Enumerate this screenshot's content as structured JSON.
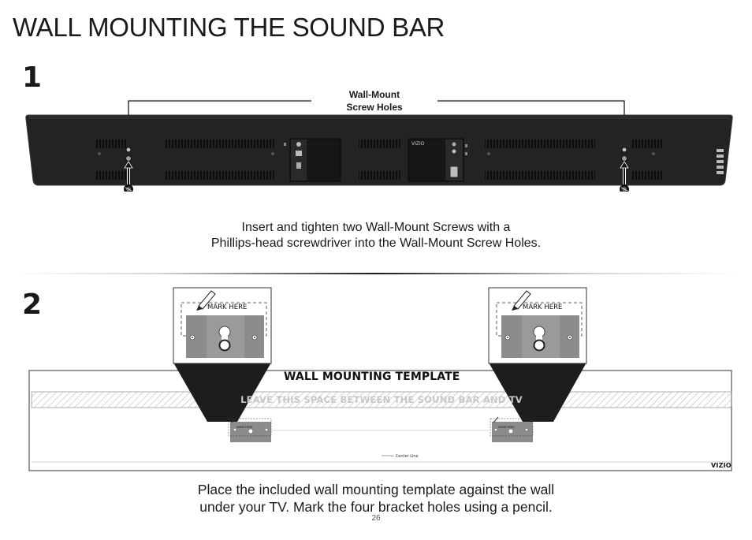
{
  "page": {
    "title": "WALL MOUNTING THE SOUND BAR",
    "page_number": "26"
  },
  "step1": {
    "number": "1",
    "callout_label": "Wall-Mount\nScrew Holes",
    "brand_label": "VIZIO",
    "instruction_line1": "Insert and tighten two Wall-Mount Screws with a",
    "instruction_line2": "Phillips-head screwdriver into the Wall-Mount Screw Holes."
  },
  "step2": {
    "number": "2",
    "template_title": "WALL MOUNTING TEMPLATE",
    "template_subtitle": "LEAVE THIS SPACE BETWEEN THE SOUND BAR AND TV",
    "mark_here": "MARK HERE",
    "center_line": "← Center Line",
    "brand_label": "VIZIO",
    "instruction_line1": "Place the included wall mounting template against the wall",
    "instruction_line2": "under your TV. Mark the four bracket holes using a pencil."
  },
  "colors": {
    "soundbar_body": "#232323",
    "soundbar_edge": "#3a3a3a",
    "template_bracket": "#8c8c8c",
    "hatch": "#9a9a9a"
  },
  "icons": [
    "pencil-icon",
    "screw-icon",
    "arrow-up-icon",
    "keyhole-icon"
  ]
}
